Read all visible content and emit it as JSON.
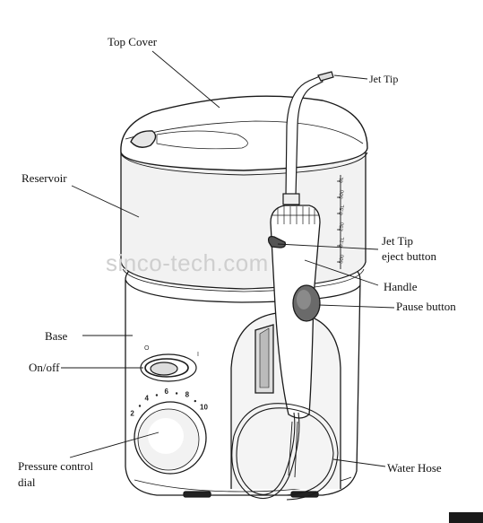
{
  "labels": {
    "top_cover": "Top Cover",
    "jet_tip": "Jet Tip",
    "reservoir": "Reservoir",
    "jet_tip_eject_line1": "Jet Tip",
    "jet_tip_eject_line2": "eject button",
    "handle": "Handle",
    "pause_button": "Pause button",
    "base": "Base",
    "on_off": "On/off",
    "pressure_line1": "Pressure control",
    "pressure_line2": "dial",
    "water_hose": "Water Hose"
  },
  "switch_marks": {
    "off": "O",
    "on": "I"
  },
  "dial_scale": [
    "2",
    "4",
    "6",
    "8",
    "10"
  ],
  "reservoir_scale": [
    "0L",
    "500",
    "0.5L",
    "250",
    "0.1L",
    "500"
  ],
  "watermark": "sinco-tech.com",
  "colors": {
    "line": "#1a1a1a",
    "fill": "#ffffff",
    "shade": "#e8e8e8",
    "dark": "#555555"
  }
}
